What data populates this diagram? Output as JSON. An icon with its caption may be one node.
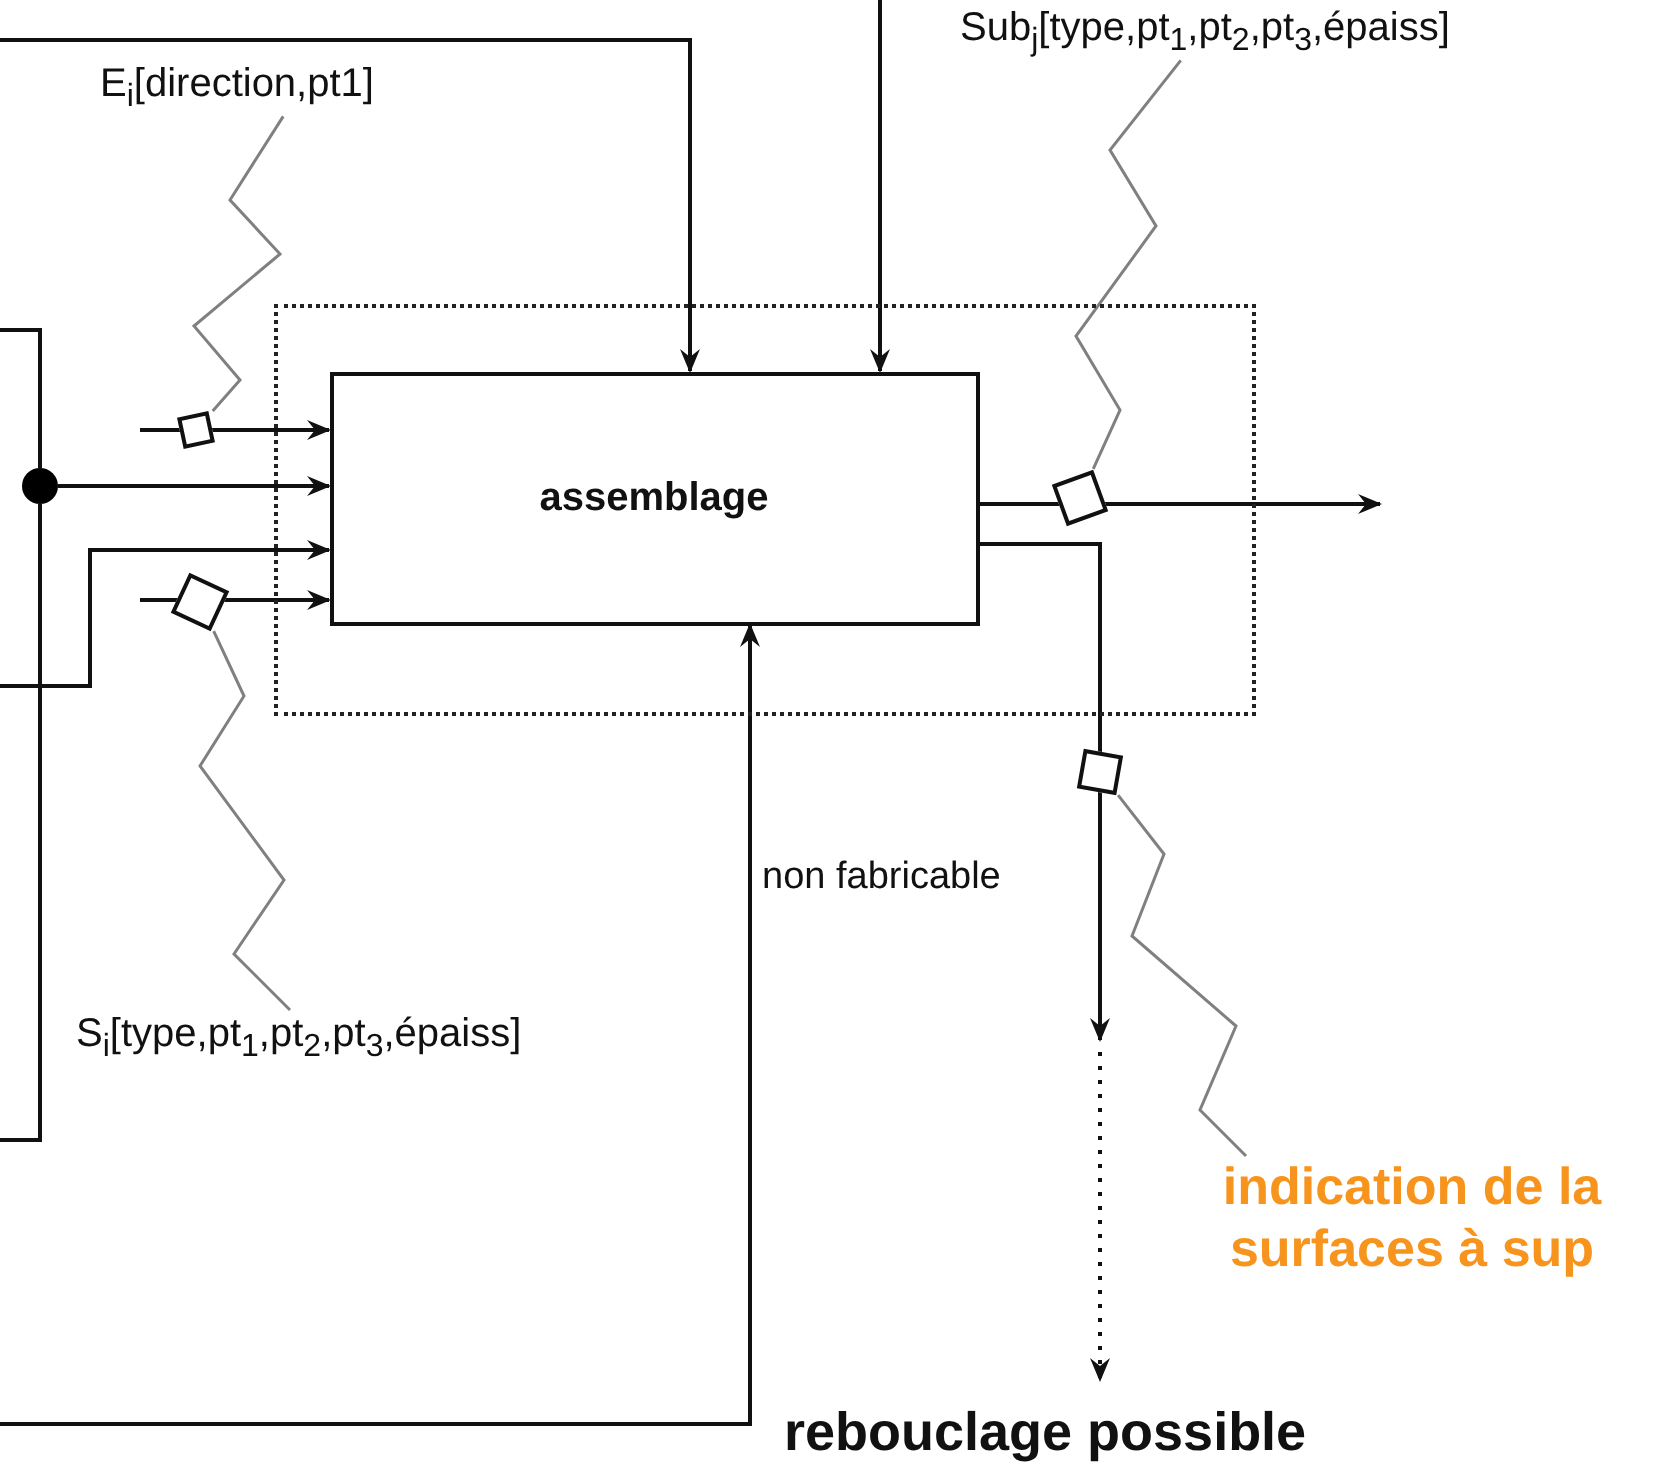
{
  "diagram": {
    "nodes": [
      {
        "text": [],
        "shape": "box"
      },
      {
        "text": [
          "assemblage"
        ],
        "in": 0
      },
      {
        "text": [
          "E$_{i}$[direction,pt1]"
        ]
      },
      {
        "text": [
          "Sub$_{j}$[type,pt$_{1}$,pt$_{2}$,pt$_{3}$,épaiss]"
        ]
      },
      {
        "text": [
          "S$_{i}$[type,pt$_{1}$,pt$_{2}$,pt$_{3}$,épaiss]"
        ]
      },
      {
        "text": [
          "indication de la surfaces à sup"
        ]
      },
      {
        "text": [
          "rebouclage possible"
        ]
      },
      {
        "text": [],
        "shape": "circle"
      },
      {
        "text": [],
        "shape": "box"
      },
      {
        "text": [],
        "shape": "box"
      },
      {
        "text": [],
        "shape": "box",
        "in": 0
      },
      {
        "text": [],
        "shape": "box"
      }
    ],
    "edges": [
      {
        "from": null,
        "to": 1,
        "arrow": "to"
      },
      {
        "from": null,
        "to": 1,
        "arrow": "to"
      },
      {
        "from": null,
        "to": 1,
        "arrow": "to"
      },
      {
        "from": null,
        "to": 7,
        "arrow": "none"
      },
      {
        "from": 7,
        "to": 1,
        "arrow": "to"
      },
      {
        "from": 7,
        "to": null,
        "arrow": "none"
      },
      {
        "from": null,
        "to": 1,
        "arrow": "to"
      },
      {
        "from": null,
        "to": 1,
        "arrow": "to"
      },
      {
        "from": null,
        "to": 1,
        "arrow": "to",
        "label": "non fabricable"
      },
      {
        "from": 1,
        "to": null,
        "arrow": "to"
      },
      {
        "from": 1,
        "to": null,
        "arrow": "to"
      },
      {
        "from": null,
        "to": 6,
        "arrow": "to",
        "style": "dashed"
      },
      {
        "from": 2,
        "to": 8,
        "arrow": "none",
        "color": "#808080"
      },
      {
        "from": 3,
        "to": 10,
        "arrow": "none",
        "color": "#808080"
      },
      {
        "from": 4,
        "to": 9,
        "arrow": "none",
        "color": "#808080"
      },
      {
        "from": 5,
        "to": 11,
        "arrow": "none",
        "color": "#808080"
      }
    ]
  }
}
